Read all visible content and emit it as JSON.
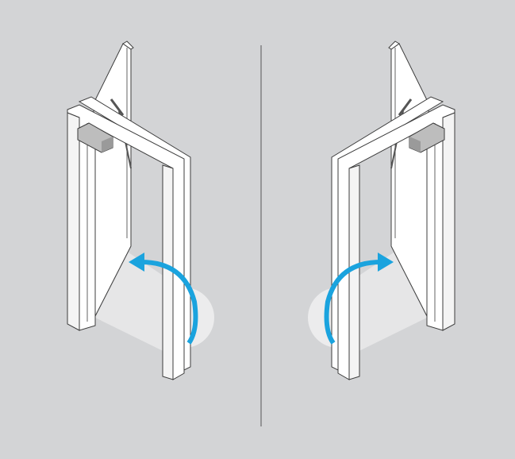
{
  "figures": [
    {
      "id": "left",
      "hinge_side": "left",
      "swing_direction": "counter-clockwise"
    },
    {
      "id": "right",
      "hinge_side": "right",
      "swing_direction": "clockwise"
    }
  ],
  "colors": {
    "background": "#d3d4d6",
    "frame": "#ffffff",
    "outline": "#3c3c3c",
    "closer": "#bdbdbd",
    "floor_shade": "#e9e9ea",
    "arrow": "#1aa3de",
    "divider": "#555555"
  }
}
